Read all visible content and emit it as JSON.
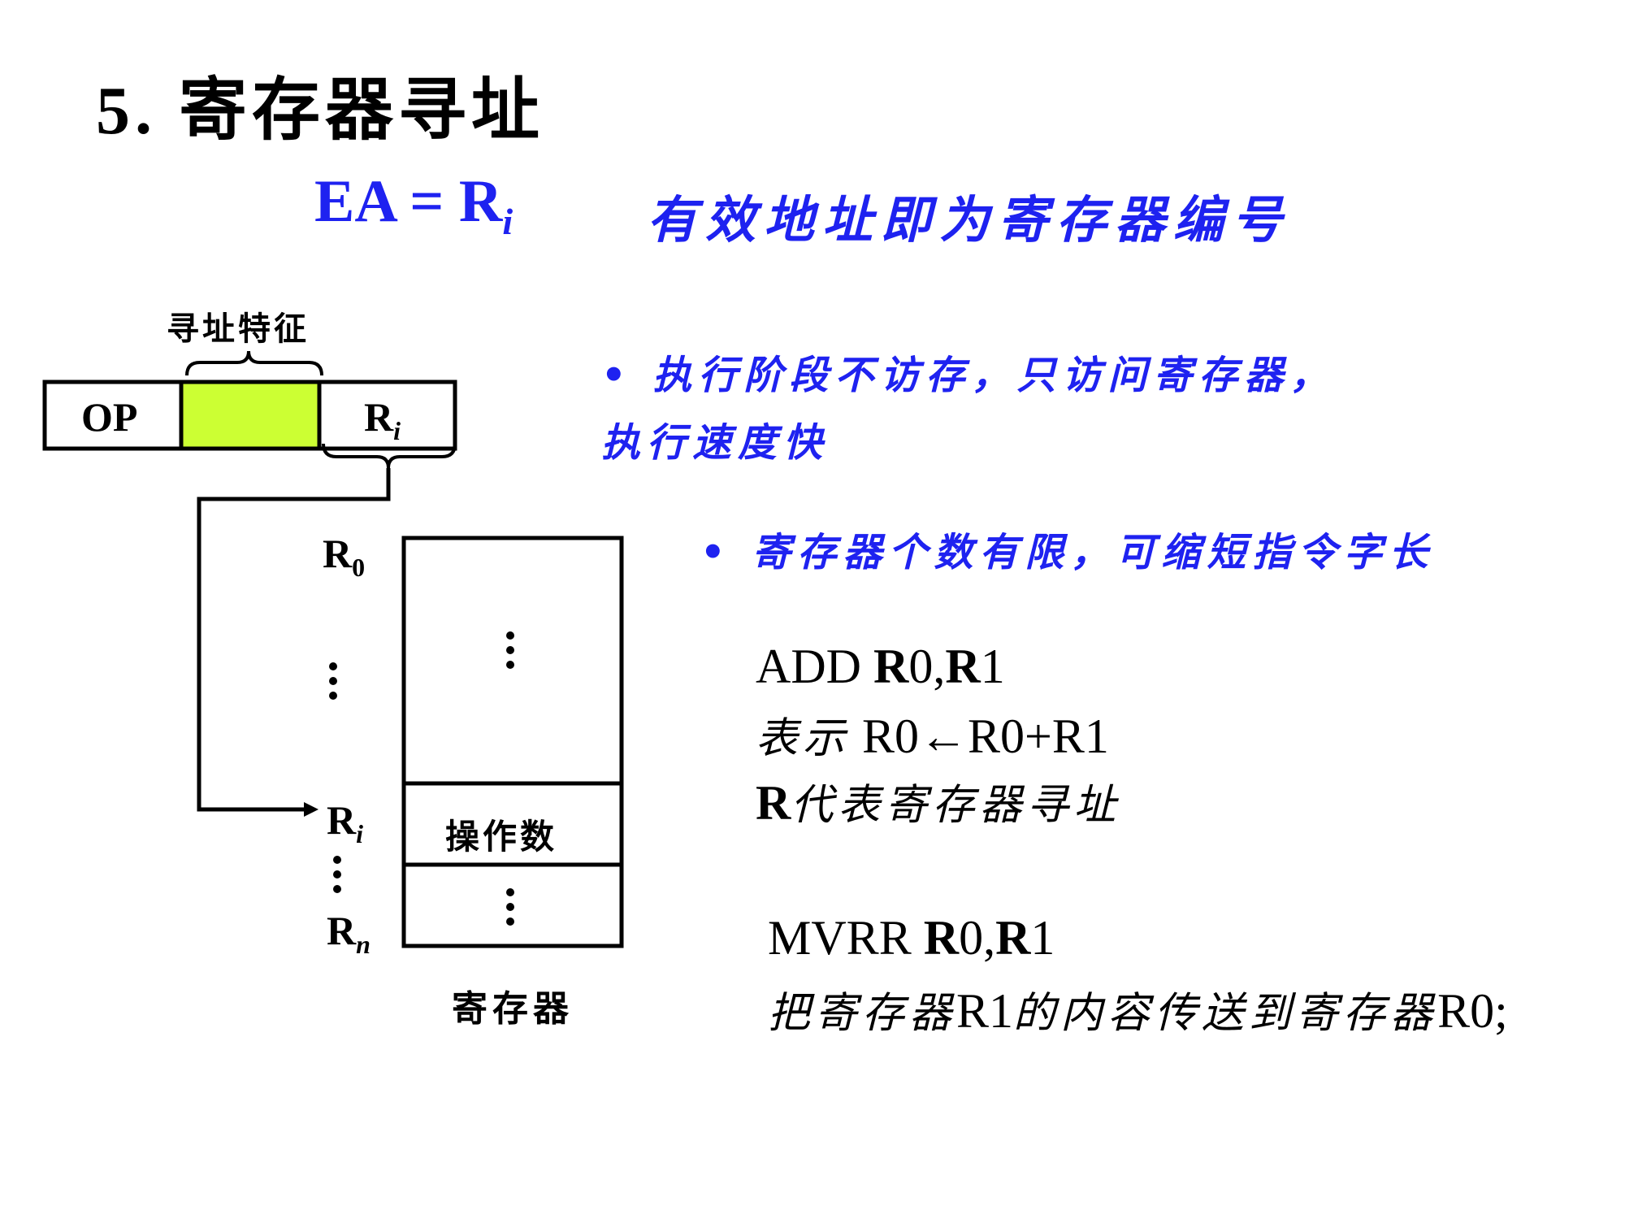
{
  "title": "5. 寄存器寻址",
  "formula": {
    "lhs": "EA = R",
    "subscript": "i",
    "note": "有效地址即为寄存器编号"
  },
  "instruction": {
    "field_label": "寻址特征",
    "op_label": "OP",
    "ri_label": "R",
    "ri_sub": "i",
    "mode_field_color": "#ccff33"
  },
  "registers": {
    "r0_label": "R",
    "r0_sub": "0",
    "ri_label": "R",
    "ri_sub": "i",
    "rn_label": "R",
    "rn_sub": "n",
    "operand_label": "操作数",
    "caption": "寄存器"
  },
  "bullets": {
    "b1_line1": "• 执行阶段不访存，只访问寄存器，",
    "b1_line2": "执行速度快",
    "b2": "• 寄存器个数有限，可缩短指令字长"
  },
  "examples": {
    "add_mnemonic": "ADD ",
    "add_op1": "R",
    "add_op1_num": "0,",
    "add_op2": "R",
    "add_op2_num": "1",
    "add_desc_prefix": "表示",
    "add_desc_expr": " R0←R0+R1",
    "add_note_r": "R",
    "add_note_text": "代表寄存器寻址",
    "mv_mnemonic": "MVRR ",
    "mv_op1": "R",
    "mv_op1_num": "0,",
    "mv_op2": "R",
    "mv_op2_num": "1",
    "mv_desc_a": "把寄存器",
    "mv_desc_r1": "R1",
    "mv_desc_b": "的内容传送到寄存器",
    "mv_desc_r0": "R0;"
  },
  "colors": {
    "blue": "#1e22f0",
    "black": "#000000"
  }
}
